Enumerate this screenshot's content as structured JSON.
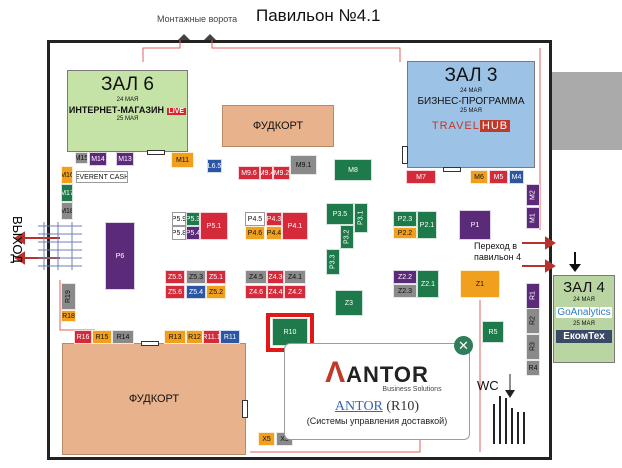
{
  "map": {
    "title": "Павильон №4.1",
    "gate_label": "Монтажные ворота",
    "exit_label": "ВЫХОД",
    "transfer_label": "Переход в павильон 4",
    "wc_label": "WC"
  },
  "halls": {
    "hall6": {
      "name": "ЗАЛ 6",
      "date1": "24 МАЯ",
      "program": "ИНТЕРНЕТ-МАГАЗИН",
      "badge": "LIVE",
      "date2": "25 МАЯ"
    },
    "hall3": {
      "name": "ЗАЛ 3",
      "date1": "24 МАЯ",
      "program": "БИЗНЕС-ПРОГРАММА",
      "date2": "25 МАЯ",
      "brand_a": "TRAVEL",
      "brand_b": "HUB"
    },
    "hall4": {
      "name": "ЗАЛ 4",
      "date1": "24 МАЯ",
      "brand": "GoAnalytics",
      "date2": "25 МАЯ",
      "brand2": "ЕкомТех"
    }
  },
  "foodcourts": [
    "ФУДКОРТ",
    "ФУДКОРТ"
  ],
  "popup": {
    "logo": "ANTOR",
    "logo_sub": "Business Solutions",
    "link": "ANTOR",
    "code": "(R10)",
    "desc": "(Системы управления доставкой)",
    "close": "✕"
  },
  "colors": {
    "green": "#1e7a4a",
    "red": "#d42a3a",
    "purple": "#5b2a78",
    "orange": "#f1a01e",
    "gray": "#8a8a8a",
    "blue": "#2b56a3",
    "foodcourt": "#e8b38c",
    "hall": "#c5e3a6",
    "hall3": "#9cc2e6",
    "hall4": "#b9d6a2"
  },
  "stands": [
    {
      "id": "M14",
      "c": "purple"
    },
    {
      "id": "M13",
      "c": "purple"
    },
    {
      "id": "M15",
      "c": "gray"
    },
    {
      "id": "M11",
      "c": "orange"
    },
    {
      "id": "EVERENT CASH",
      "c": "white"
    },
    {
      "id": "L6.5",
      "c": "blue"
    },
    {
      "id": "M9.6",
      "c": "red"
    },
    {
      "id": "M9.4",
      "c": "red"
    },
    {
      "id": "M9.2",
      "c": "red"
    },
    {
      "id": "M9.1",
      "c": "gray"
    },
    {
      "id": "M8",
      "c": "green"
    },
    {
      "id": "M7",
      "c": "red"
    },
    {
      "id": "M6",
      "c": "orange"
    },
    {
      "id": "M5",
      "c": "red"
    },
    {
      "id": "M4",
      "c": "blue"
    },
    {
      "id": "M2",
      "c": "purple"
    },
    {
      "id": "M1",
      "c": "purple"
    },
    {
      "id": "M16",
      "c": "orange"
    },
    {
      "id": "M17",
      "c": "green"
    },
    {
      "id": "M18",
      "c": "gray"
    },
    {
      "id": "P5.9",
      "c": "white"
    },
    {
      "id": "P5.3",
      "c": "green"
    },
    {
      "id": "P5.8",
      "c": "white"
    },
    {
      "id": "P5.4",
      "c": "purple"
    },
    {
      "id": "P5.1",
      "c": "red"
    },
    {
      "id": "P4.5",
      "c": "white"
    },
    {
      "id": "P4.3",
      "c": "red"
    },
    {
      "id": "P4.6",
      "c": "orange"
    },
    {
      "id": "P4.4",
      "c": "orange"
    },
    {
      "id": "P4.1",
      "c": "red"
    },
    {
      "id": "P3.5",
      "c": "green"
    },
    {
      "id": "P3.1",
      "c": "green"
    },
    {
      "id": "P3.2",
      "c": "green"
    },
    {
      "id": "P3.3",
      "c": "green"
    },
    {
      "id": "P2.3",
      "c": "green"
    },
    {
      "id": "P2.1",
      "c": "green"
    },
    {
      "id": "P2.2",
      "c": "orange"
    },
    {
      "id": "P1",
      "c": "purple"
    },
    {
      "id": "P6",
      "c": "purple"
    },
    {
      "id": "Z5.5",
      "c": "red"
    },
    {
      "id": "Z5.3",
      "c": "gray"
    },
    {
      "id": "Z5.1",
      "c": "red"
    },
    {
      "id": "Z5.6",
      "c": "red"
    },
    {
      "id": "Z5.4",
      "c": "blue"
    },
    {
      "id": "Z5.2",
      "c": "orange"
    },
    {
      "id": "Z4.5",
      "c": "gray"
    },
    {
      "id": "Z4.3",
      "c": "red"
    },
    {
      "id": "Z4.1",
      "c": "gray"
    },
    {
      "id": "Z4.6",
      "c": "red"
    },
    {
      "id": "Z4.4",
      "c": "red"
    },
    {
      "id": "Z4.2",
      "c": "red"
    },
    {
      "id": "Z2.2",
      "c": "purple"
    },
    {
      "id": "Z2.3",
      "c": "gray"
    },
    {
      "id": "Z2.1",
      "c": "green"
    },
    {
      "id": "Z1",
      "c": "orange"
    },
    {
      "id": "Z3",
      "c": "green"
    },
    {
      "id": "R19",
      "c": "gray"
    },
    {
      "id": "R18",
      "c": "orange"
    },
    {
      "id": "R16",
      "c": "red"
    },
    {
      "id": "R15",
      "c": "orange"
    },
    {
      "id": "R14",
      "c": "gray"
    },
    {
      "id": "R13",
      "c": "orange"
    },
    {
      "id": "R12",
      "c": "orange"
    },
    {
      "id": "R11.1",
      "c": "red"
    },
    {
      "id": "R11",
      "c": "blue"
    },
    {
      "id": "R10",
      "c": "green"
    },
    {
      "id": "R5",
      "c": "green"
    },
    {
      "id": "R1",
      "c": "purple"
    },
    {
      "id": "R2",
      "c": "gray"
    },
    {
      "id": "R3",
      "c": "gray"
    },
    {
      "id": "R4",
      "c": "gray"
    },
    {
      "id": "X5",
      "c": "orange"
    },
    {
      "id": "X3",
      "c": "gray"
    }
  ]
}
